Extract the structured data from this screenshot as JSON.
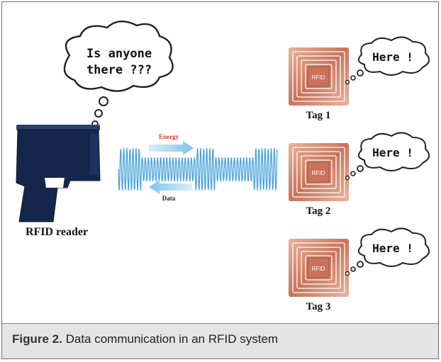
{
  "reader": {
    "thought": [
      "Is anyone",
      "there ???"
    ],
    "label": "RFID reader"
  },
  "signal": {
    "energy_label": "Energy",
    "data_label": "Data"
  },
  "tags": [
    {
      "label": "Tag 1",
      "chip": "RFID",
      "reply": "Here !"
    },
    {
      "label": "Tag 2",
      "chip": "RFID",
      "reply": "Here !"
    },
    {
      "label": "Tag 3",
      "chip": "RFID",
      "reply": "Here !"
    }
  ],
  "caption": {
    "figure_label": "Figure 2.",
    "text": " Data communication in an RFID system"
  },
  "colors": {
    "reader_body": "#14264b",
    "wave": "#4aa3d8",
    "energy_label": "#d83a2a",
    "tag_copper": "#c7745b",
    "caption_bg": "#e4e4e4"
  }
}
